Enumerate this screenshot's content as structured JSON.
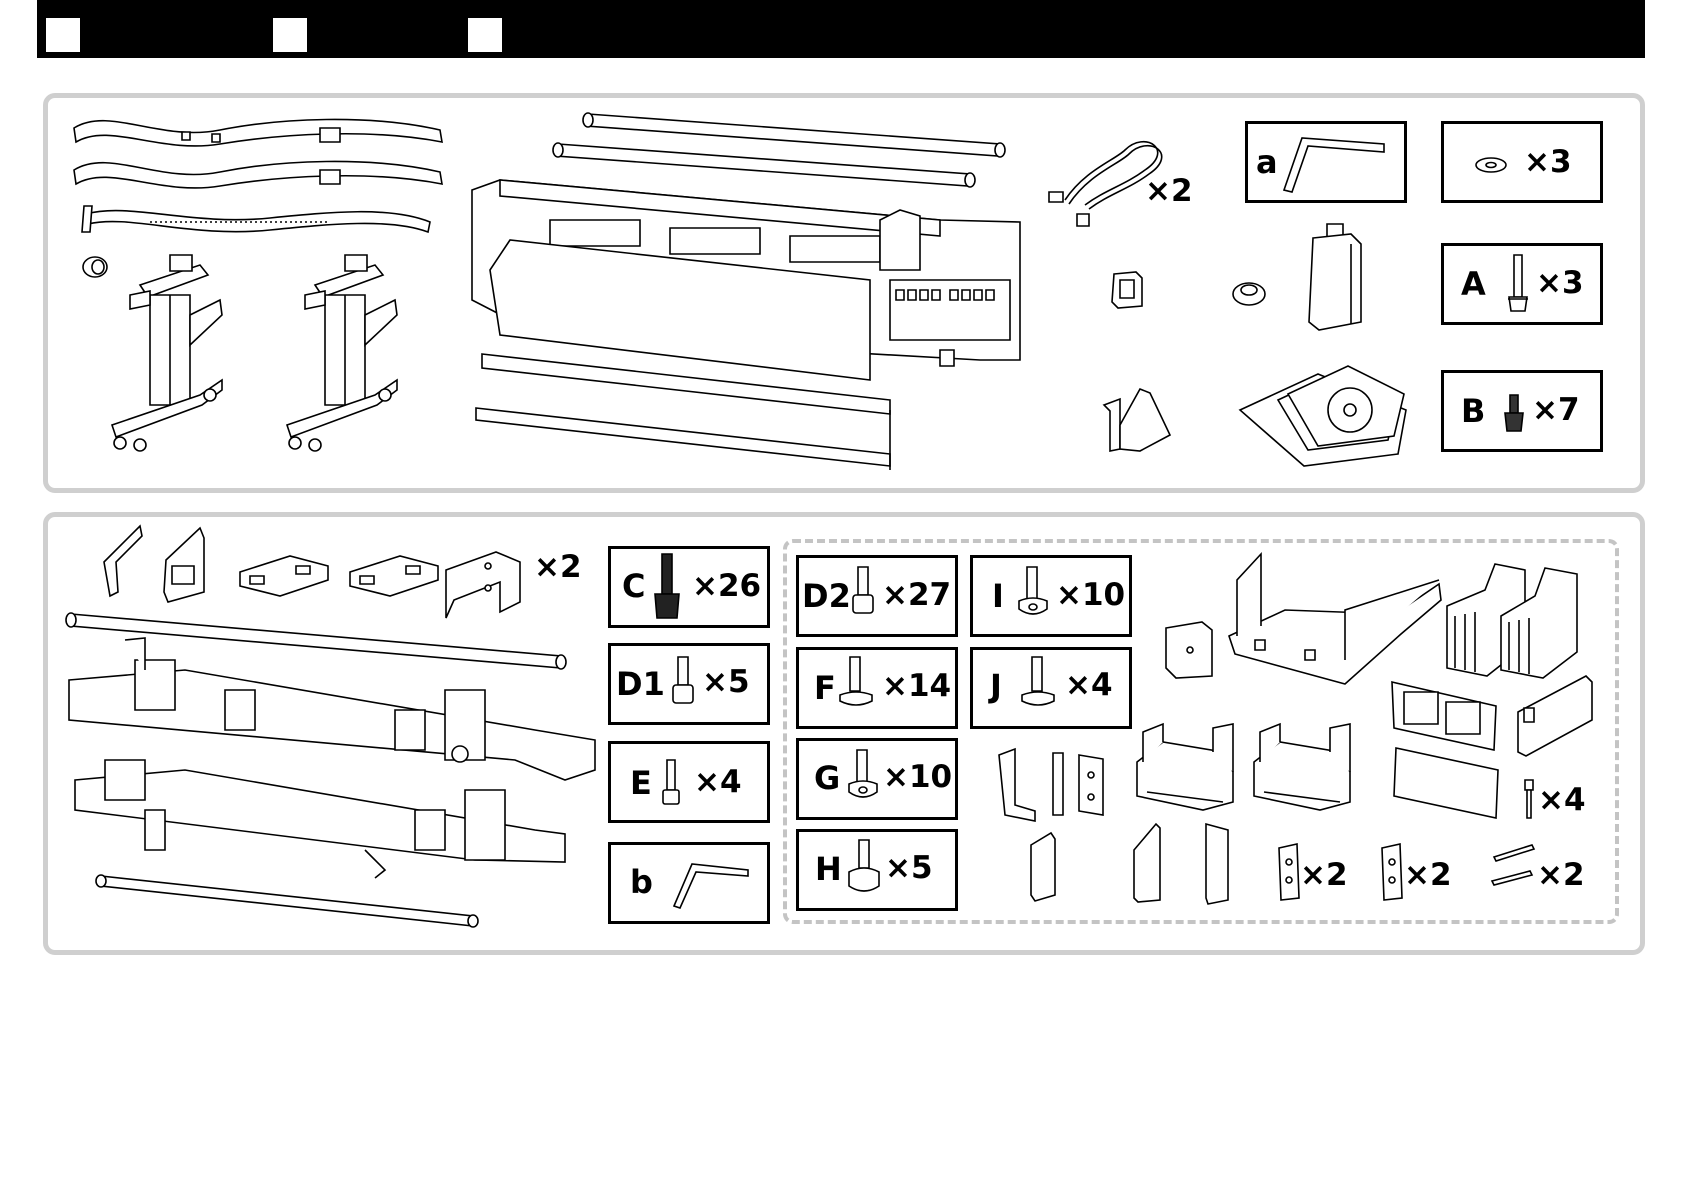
{
  "header": {
    "language_boxes": [
      "",
      "",
      ""
    ]
  },
  "upper_panel": {
    "items": [
      {
        "label": "",
        "qty": "×2"
      },
      {
        "label": "a",
        "qty": ""
      },
      {
        "label": "",
        "qty": "×3"
      },
      {
        "label": "A",
        "qty": "×3"
      },
      {
        "label": "B",
        "qty": "×7"
      }
    ]
  },
  "lower_panel": {
    "bracket_qty": "×2",
    "screws": [
      {
        "label": "C",
        "qty": "×26"
      },
      {
        "label": "D1",
        "qty": "×5"
      },
      {
        "label": "E",
        "qty": "×4"
      },
      {
        "label": "b",
        "qty": ""
      },
      {
        "label": "D2",
        "qty": "×27"
      },
      {
        "label": "F",
        "qty": "×14"
      },
      {
        "label": "G",
        "qty": "×10"
      },
      {
        "label": "H",
        "qty": "×5"
      },
      {
        "label": "I",
        "qty": "×10"
      },
      {
        "label": "J",
        "qty": "×4"
      }
    ],
    "option_qty": [
      "×4",
      "×2",
      "×2",
      "×2"
    ]
  },
  "colors": {
    "panel_border": "#cfcfcf",
    "dash_border": "#c4c4c4",
    "ink": "#000000"
  }
}
